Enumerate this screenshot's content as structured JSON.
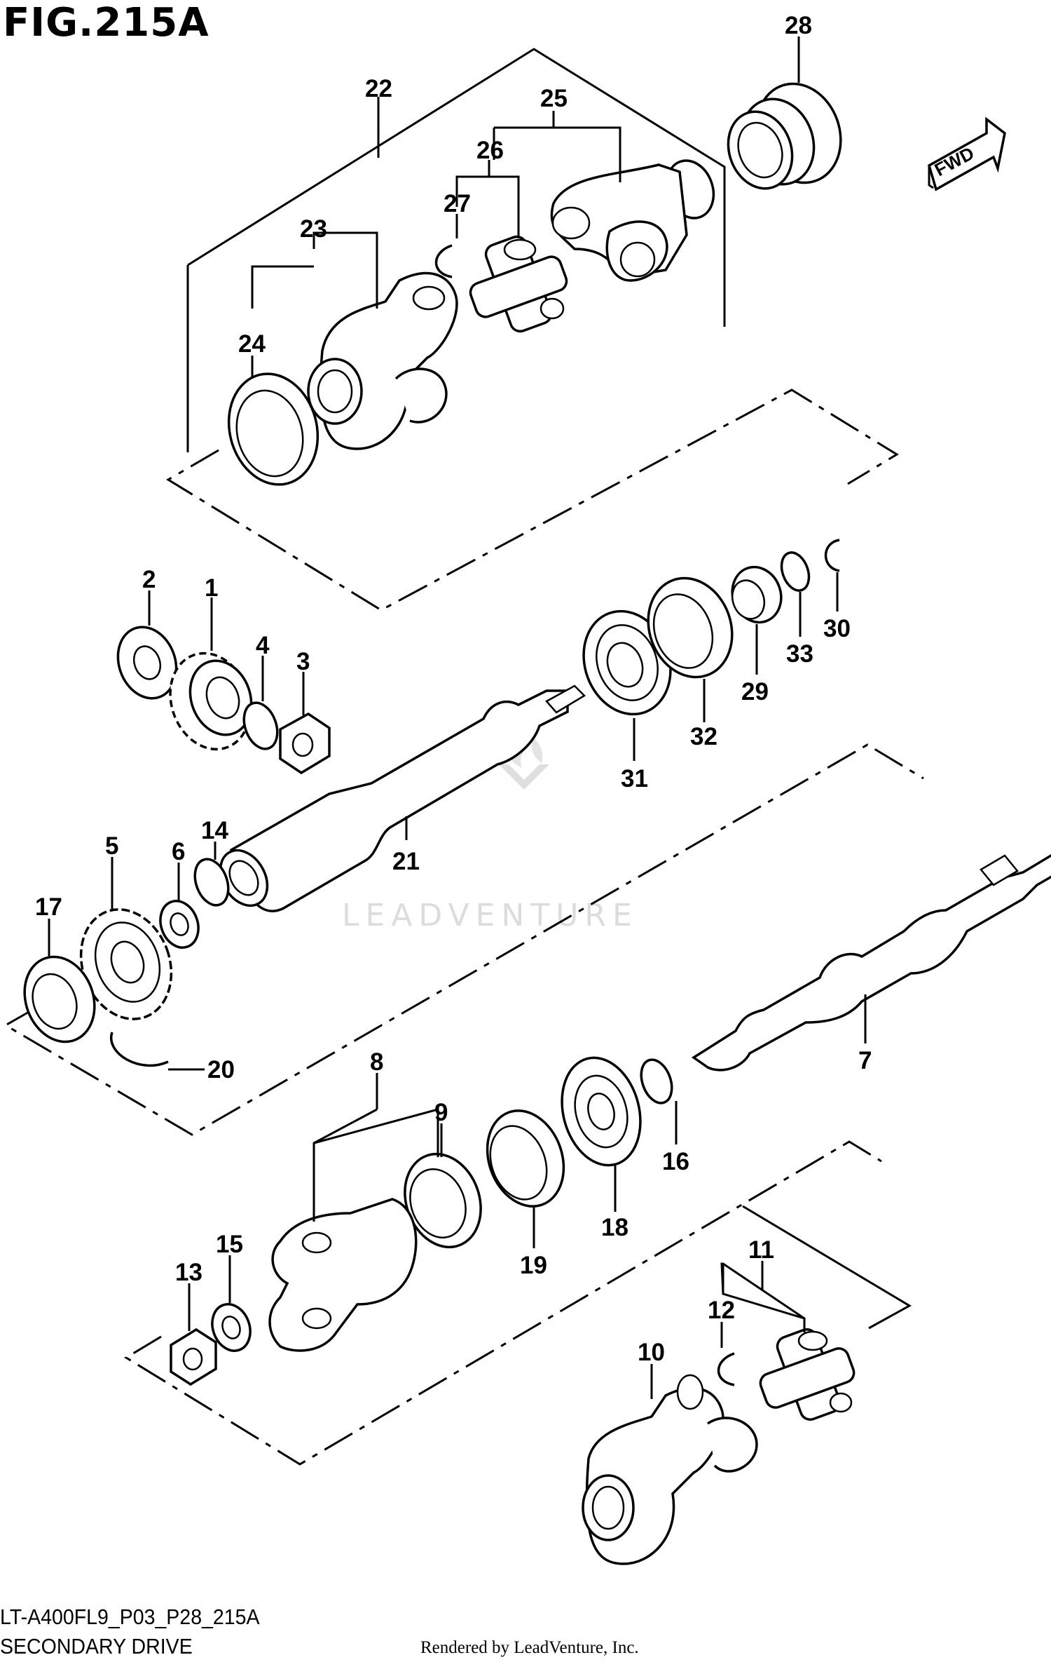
{
  "figure": {
    "title": "FIG.215A",
    "code": "LT-A400FL9_P03_P28_215A",
    "name": "SECONDARY DRIVE",
    "credit": "Rendered by LeadVenture, Inc.",
    "direction_label": "FWD",
    "watermark": "LEADVENTURE"
  },
  "callouts": [
    {
      "id": "c1",
      "label": "1"
    },
    {
      "id": "c2",
      "label": "2"
    },
    {
      "id": "c3",
      "label": "3"
    },
    {
      "id": "c4",
      "label": "4"
    },
    {
      "id": "c5",
      "label": "5"
    },
    {
      "id": "c6",
      "label": "6"
    },
    {
      "id": "c7",
      "label": "7"
    },
    {
      "id": "c8",
      "label": "8"
    },
    {
      "id": "c9",
      "label": "9"
    },
    {
      "id": "c10",
      "label": "10"
    },
    {
      "id": "c11",
      "label": "11"
    },
    {
      "id": "c12",
      "label": "12"
    },
    {
      "id": "c13",
      "label": "13"
    },
    {
      "id": "c14",
      "label": "14"
    },
    {
      "id": "c15",
      "label": "15"
    },
    {
      "id": "c16",
      "label": "16"
    },
    {
      "id": "c17",
      "label": "17"
    },
    {
      "id": "c18",
      "label": "18"
    },
    {
      "id": "c19",
      "label": "19"
    },
    {
      "id": "c20",
      "label": "20"
    },
    {
      "id": "c21",
      "label": "21"
    },
    {
      "id": "c22",
      "label": "22"
    },
    {
      "id": "c23",
      "label": "23"
    },
    {
      "id": "c24",
      "label": "24"
    },
    {
      "id": "c25",
      "label": "25"
    },
    {
      "id": "c26",
      "label": "26"
    },
    {
      "id": "c27",
      "label": "27"
    },
    {
      "id": "c28",
      "label": "28"
    },
    {
      "id": "c29",
      "label": "29"
    },
    {
      "id": "c30",
      "label": "30"
    },
    {
      "id": "c31",
      "label": "31"
    },
    {
      "id": "c32",
      "label": "32"
    },
    {
      "id": "c33",
      "label": "33"
    }
  ],
  "colors": {
    "ink": "#000000",
    "watermark": "#d9d9d9",
    "background": "#ffffff"
  }
}
